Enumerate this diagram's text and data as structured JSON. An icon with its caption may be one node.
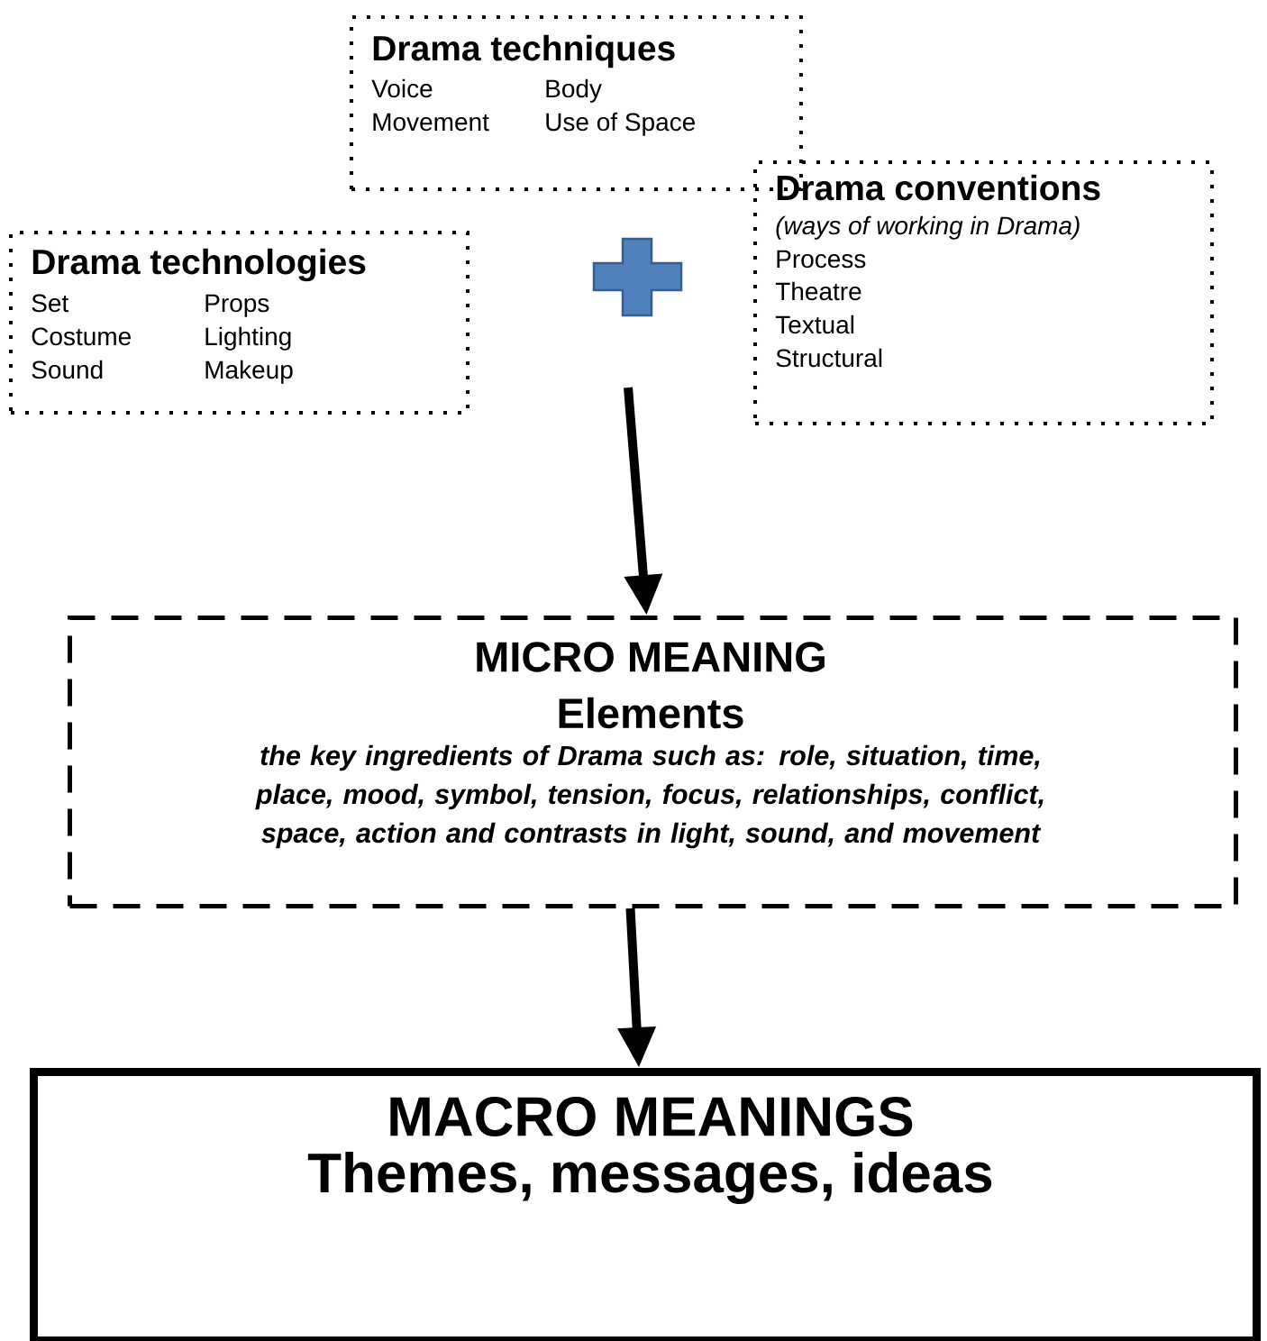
{
  "diagram": {
    "nodes": [
      {
        "text": [
          "Drama techniques",
          "Voice",
          "Body",
          "Movement",
          "Use of Space"
        ]
      },
      {
        "text": [
          "Drama technologies",
          "Set",
          "Props",
          "Costume",
          "Lighting",
          "Sound",
          "Makeup"
        ]
      },
      {
        "text": [
          "Drama conventions",
          "(ways of working in Drama)",
          "Process",
          "Theatre",
          "Textual",
          "Structural"
        ]
      },
      {
        "text": [
          "MICRO MEANING",
          "Elements",
          "the key ingredients of Drama such as: role, situation, time, place, mood, symbol, tension, focus, relationships, conflict, space, action and contrasts in light, sound, and movement"
        ]
      },
      {
        "text": [
          "MACRO MEANINGS",
          "Themes, messages, ideas"
        ]
      }
    ],
    "edges": [
      {
        "from": null,
        "to": 3,
        "arrow": "to"
      },
      {
        "from": 3,
        "to": 4,
        "arrow": "to"
      }
    ]
  }
}
